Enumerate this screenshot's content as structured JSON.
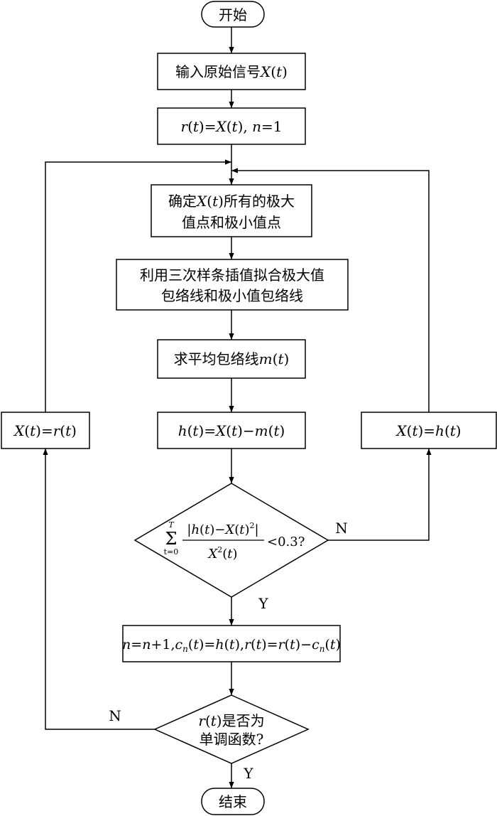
{
  "nodes": {
    "start": "开始",
    "input": [
      "输入原始信号",
      "X",
      "(",
      "t",
      ")"
    ],
    "init": [
      "r",
      "(",
      "t",
      ")=",
      "X",
      "(",
      "t",
      "), ",
      "n",
      "=1"
    ],
    "extrema": {
      "line1": [
        "确定",
        "X",
        "(",
        "t",
        ")所有的极大"
      ],
      "line2": "值点和极小值点"
    },
    "spline": {
      "line1": "利用三次样条插值拟合极大值",
      "line2": "包络线和极小值包络线"
    },
    "mean": [
      "求平均包络线",
      "m",
      "(",
      "t",
      ")"
    ],
    "h_calc": [
      "h",
      "(",
      "t",
      ")=",
      "X",
      "(",
      "t",
      ")−",
      "m",
      "(",
      "t",
      ")"
    ],
    "x_eq_r": [
      "X",
      "(",
      "t",
      ")=",
      "r",
      "(",
      "t",
      ")"
    ],
    "x_eq_h": [
      "X",
      "(",
      "t",
      ")=",
      "h",
      "(",
      "t",
      ")"
    ],
    "criterion": {
      "sum_upper": "T",
      "sum_lower": "t=0",
      "sigma": "Σ",
      "numerator": [
        "|",
        "h",
        "(",
        "t",
        ")−",
        "X",
        "(",
        "t",
        ")",
        "2",
        "|"
      ],
      "denominator": [
        "X",
        "2",
        "(",
        "t",
        ")"
      ],
      "rhs": "<0.3?"
    },
    "update": [
      "n",
      "=",
      "n",
      "+1,",
      "c",
      "n",
      "(",
      "t",
      ")=",
      "h",
      "(",
      "t",
      "),",
      "r",
      "(",
      "t",
      ")=",
      "r",
      "(",
      "t",
      ")−",
      "c",
      "n",
      "(",
      "t",
      ")"
    ],
    "monotonic": {
      "line1": [
        "r",
        "(",
        "t",
        ")是否为"
      ],
      "line2": "单调函数?"
    },
    "end": "结束"
  },
  "edge_labels": {
    "criterion_no": "N",
    "criterion_yes": "Y",
    "monotonic_no": "N",
    "monotonic_yes": "Y"
  }
}
